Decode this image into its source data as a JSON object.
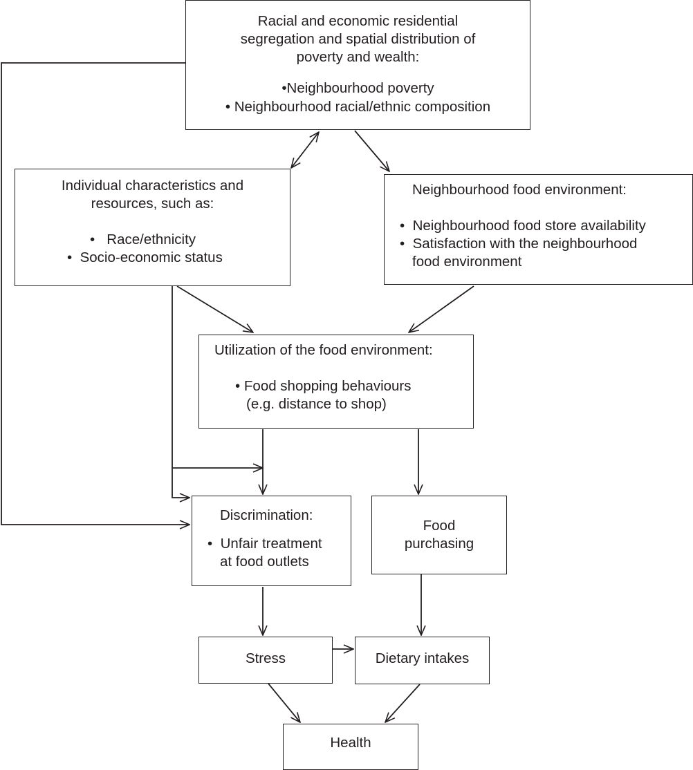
{
  "boxes": {
    "segregation": {
      "heading": [
        "Racial and economic residential",
        "segregation and spatial distribution of",
        "poverty and wealth:"
      ],
      "bullets": [
        "Neighbourhood poverty",
        "Neighbourhood racial/ethnic composition"
      ]
    },
    "individual": {
      "heading": [
        "Individual characteristics and",
        "resources, such as:"
      ],
      "bullets": [
        "Race/ethnicity",
        "Socio-economic status"
      ]
    },
    "food_environment": {
      "heading": "Neighbourhood food environment:",
      "bullets": [
        "Neighbourhood food store availability",
        "Satisfaction with the neighbourhood",
        "food environment"
      ]
    },
    "utilization": {
      "heading": "Utilization of the food environment:",
      "bullets": [
        "Food shopping behaviours",
        "(e.g. distance to shop)"
      ]
    },
    "discrimination": {
      "heading": "Discrimination:",
      "bullets": [
        "Unfair treatment",
        "at food outlets"
      ]
    },
    "food_purchasing": {
      "lines": [
        "Food",
        "purchasing"
      ]
    },
    "stress": {
      "label": "Stress"
    },
    "dietary": {
      "label": "Dietary intakes"
    },
    "health": {
      "label": "Health"
    }
  },
  "bullet_glyph": "•"
}
